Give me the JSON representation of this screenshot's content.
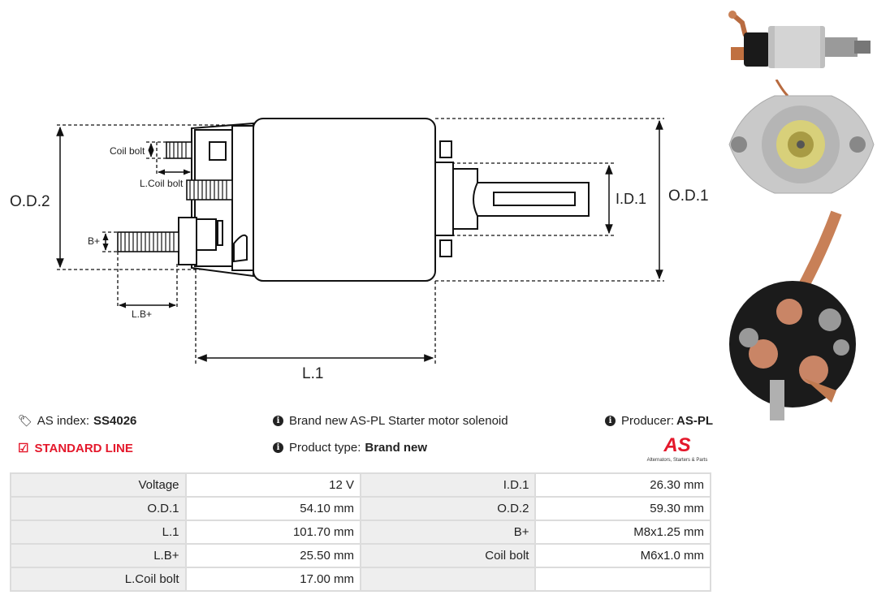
{
  "diagram": {
    "labels": {
      "od2": "O.D.2",
      "od1": "O.D.1",
      "id1": "I.D.1",
      "l1": "L.1",
      "coil_bolt": "Coil bolt",
      "l_coil_bolt": "L.Coil bolt",
      "bplus": "B+",
      "l_bplus": "L.B+"
    }
  },
  "info": {
    "index_label": "AS index:",
    "index_value": "SS4026",
    "line": "STANDARD LINE",
    "description": "Brand new AS-PL Starter motor solenoid",
    "type_label": "Product type:",
    "type_value": "Brand new",
    "producer_label": "Producer:",
    "producer_value": "AS-PL",
    "logo_text": "AS",
    "logo_tagline": "Alternators, Starters & Parts"
  },
  "colors": {
    "accent_red": "#e4182b",
    "table_key_bg": "#eeeeee",
    "table_border": "#dcdcdc"
  },
  "icons": [
    "tags-icon",
    "info-icon",
    "check-square-icon"
  ],
  "specs": [
    [
      {
        "k": "Voltage",
        "v": "12 V"
      },
      {
        "k": "I.D.1",
        "v": "26.30 mm"
      }
    ],
    [
      {
        "k": "O.D.1",
        "v": "54.10 mm"
      },
      {
        "k": "O.D.2",
        "v": "59.30 mm"
      }
    ],
    [
      {
        "k": "L.1",
        "v": "101.70 mm"
      },
      {
        "k": "B+",
        "v": "M8x1.25 mm"
      }
    ],
    [
      {
        "k": "L.B+",
        "v": "25.50 mm"
      },
      {
        "k": "Coil bolt",
        "v": "M6x1.0 mm"
      }
    ],
    [
      {
        "k": "L.Coil bolt",
        "v": "17.00 mm"
      },
      {
        "k": "",
        "v": ""
      }
    ]
  ]
}
